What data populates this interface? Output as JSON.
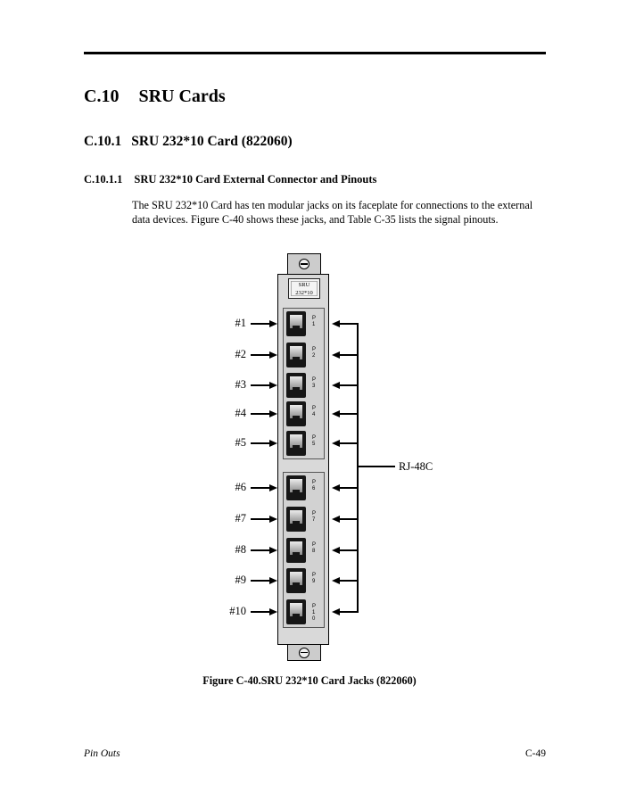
{
  "headings": {
    "h1_num": "C.10",
    "h1_title": "SRU Cards",
    "h2_num": "C.10.1",
    "h2_title": "SRU 232*10 Card (822060)",
    "h3_num": "C.10.1.1",
    "h3_title": "SRU 232*10 Card External Connector and Pinouts"
  },
  "body_text": "The SRU 232*10 Card has ten modular jacks on its faceplate for connections to the external data devices. Figure C-40 shows these jacks, and Table C-35 lists the signal pinouts.",
  "figure": {
    "card_label": "SRU\n232*10",
    "connector_label": "RJ-48C",
    "caption": "Figure C-40.SRU 232*10 Card Jacks (822060)",
    "jacks": [
      {
        "label": "#1",
        "port": "P\n1"
      },
      {
        "label": "#2",
        "port": "P\n2"
      },
      {
        "label": "#3",
        "port": "P\n3"
      },
      {
        "label": "#4",
        "port": "P\n4"
      },
      {
        "label": "#5",
        "port": "P\n5"
      },
      {
        "label": "#6",
        "port": "P\n6"
      },
      {
        "label": "#7",
        "port": "P\n7"
      },
      {
        "label": "#8",
        "port": "P\n8"
      },
      {
        "label": "#9",
        "port": "P\n9"
      },
      {
        "label": "#10",
        "port": "P\n1\n0"
      }
    ]
  },
  "footer": {
    "left": "Pin Outs",
    "right": "C-49"
  }
}
